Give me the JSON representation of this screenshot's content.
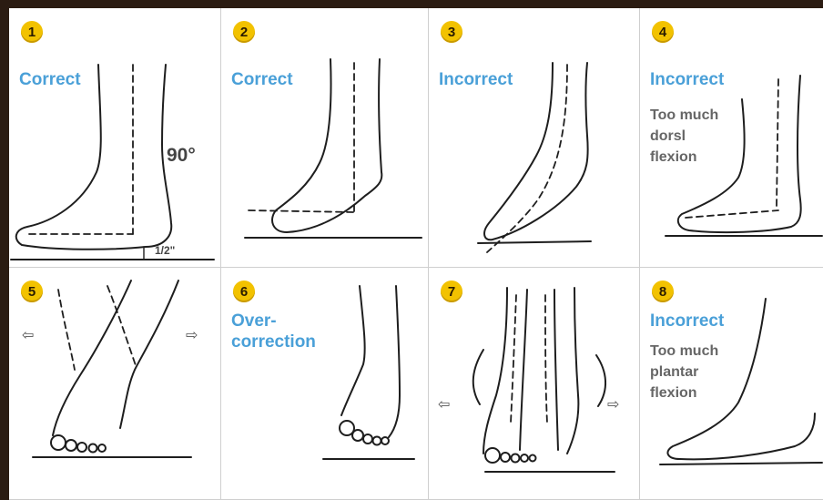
{
  "panels": [
    {
      "number": "1",
      "label": "Correct",
      "annotations": {
        "angle": "90°",
        "height": "1/2\""
      }
    },
    {
      "number": "2",
      "label": "Correct"
    },
    {
      "number": "3",
      "label": "Incorrect"
    },
    {
      "number": "4",
      "label": "Incorrect",
      "sublabel": [
        "Too much",
        "dorsl",
        "flexion"
      ]
    },
    {
      "number": "5",
      "arrows": {
        "left": "⇦",
        "right": "⇨"
      }
    },
    {
      "number": "6",
      "label_lines": [
        "Over-",
        "correction"
      ]
    },
    {
      "number": "7",
      "arrows": {
        "left": "⇦",
        "right": "⇨"
      }
    },
    {
      "number": "8",
      "label": "Incorrect",
      "sublabel": [
        "Too much",
        "plantar",
        "flexion"
      ]
    }
  ],
  "colors": {
    "accent": "#4aa0d8",
    "badge": "#f2c200",
    "frame": "#2b1c12"
  }
}
